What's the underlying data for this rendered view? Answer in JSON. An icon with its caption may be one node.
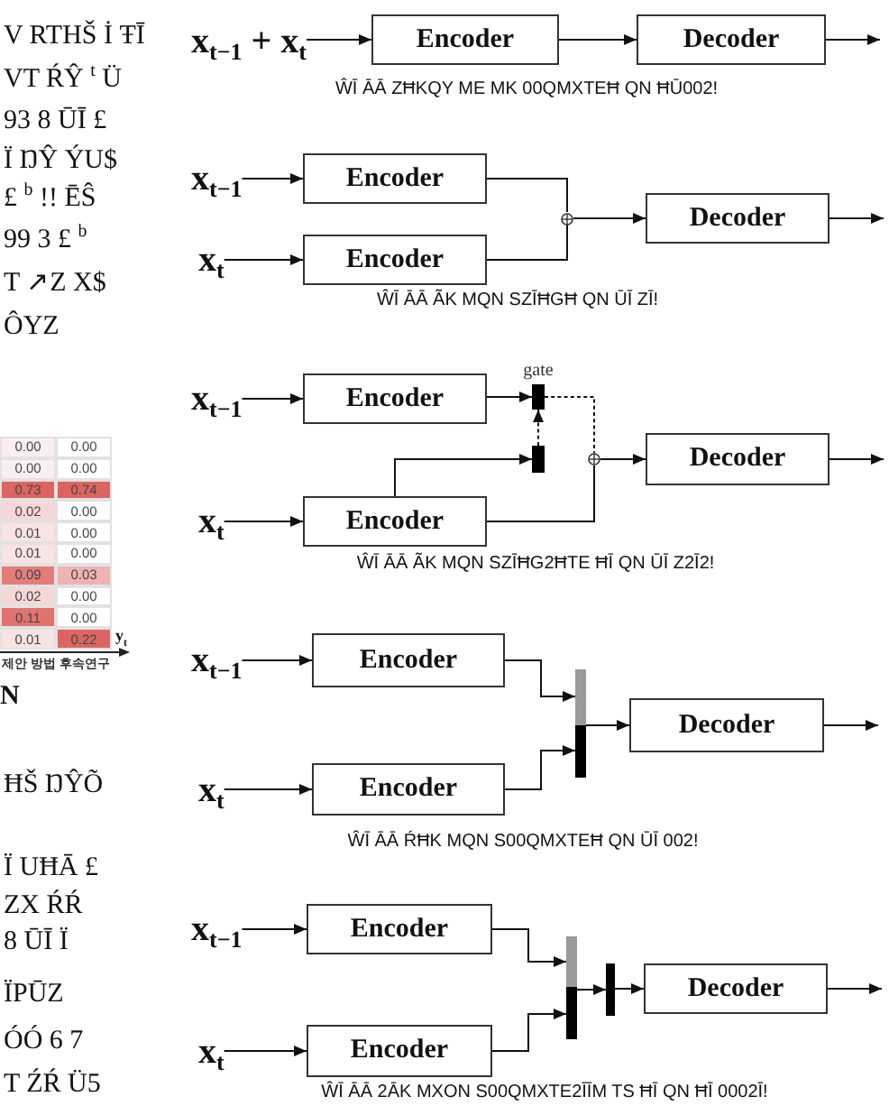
{
  "diagram": {
    "nodes": [
      {
        "text": [
          "x$_{t−1}$ + x$_{t}$"
        ]
      },
      {
        "text": [
          "Encoder"
        ]
      },
      {
        "text": [
          "Decoder"
        ]
      },
      {
        "text": [
          "x$_{t−1}$"
        ]
      },
      {
        "text": [
          "Encoder"
        ]
      },
      {
        "text": [
          "x$_{t}$"
        ]
      },
      {
        "text": [
          "Encoder"
        ]
      },
      {
        "text": [],
        "shape": "circle"
      },
      {
        "text": [
          "Decoder"
        ]
      },
      {
        "text": [
          "x$_{t−1}$"
        ]
      },
      {
        "text": [
          "Encoder"
        ]
      },
      {
        "text": [
          "x$_{t}$"
        ]
      },
      {
        "text": [
          "Encoder"
        ]
      },
      {
        "text": [],
        "shape": "bar",
        "beside": [
          "gate"
        ]
      },
      {
        "text": [],
        "shape": "bar"
      },
      {
        "text": [],
        "shape": "circle"
      },
      {
        "text": [
          "Decoder"
        ]
      },
      {
        "text": [
          "x$_{t−1}$"
        ]
      },
      {
        "text": [
          "Encoder"
        ]
      },
      {
        "text": [
          "x$_{t}$"
        ]
      },
      {
        "text": [
          "Encoder"
        ]
      },
      {
        "text": [],
        "shape": "bar"
      },
      {
        "text": [
          "Decoder"
        ]
      },
      {
        "text": [
          "x$_{t−1}$"
        ]
      },
      {
        "text": [
          "Encoder"
        ]
      },
      {
        "text": [
          "x$_{t}$"
        ]
      },
      {
        "text": [
          "Encoder"
        ]
      },
      {
        "text": [],
        "shape": "bar"
      },
      {
        "text": [],
        "shape": "bar"
      },
      {
        "text": [
          "Decoder"
        ]
      }
    ],
    "edges": [
      {
        "from": 0,
        "to": 1,
        "arrow": "to"
      },
      {
        "from": 1,
        "to": 2,
        "arrow": "to"
      },
      {
        "from": 2,
        "to": null,
        "arrow": "to"
      },
      {
        "from": 3,
        "to": 4,
        "arrow": "to"
      },
      {
        "from": 5,
        "to": 6,
        "arrow": "to"
      },
      {
        "from": 4,
        "to": 7,
        "arrow": "none"
      },
      {
        "from": 6,
        "to": 7,
        "arrow": "none"
      },
      {
        "from": 7,
        "to": 8,
        "arrow": "to"
      },
      {
        "from": 8,
        "to": null,
        "arrow": "to"
      },
      {
        "from": 9,
        "to": 10,
        "arrow": "to"
      },
      {
        "from": 11,
        "to": 12,
        "arrow": "to"
      },
      {
        "from": 10,
        "to": 13,
        "arrow": "to"
      },
      {
        "from": 12,
        "to": 14,
        "arrow": "to"
      },
      {
        "from": 14,
        "to": 13,
        "arrow": "to",
        "style": "dashed"
      },
      {
        "from": 13,
        "to": 15,
        "arrow": "none",
        "style": "dashed"
      },
      {
        "from": 12,
        "to": 15,
        "arrow": "none"
      },
      {
        "from": 15,
        "to": 16,
        "arrow": "to"
      },
      {
        "from": 16,
        "to": null,
        "arrow": "to"
      },
      {
        "from": 17,
        "to": 18,
        "arrow": "to"
      },
      {
        "from": 19,
        "to": 20,
        "arrow": "to"
      },
      {
        "from": 18,
        "to": 21,
        "arrow": "to"
      },
      {
        "from": 20,
        "to": 21,
        "arrow": "to"
      },
      {
        "from": 21,
        "to": 22,
        "arrow": "to"
      },
      {
        "from": 22,
        "to": null,
        "arrow": "to"
      },
      {
        "from": 23,
        "to": 24,
        "arrow": "to"
      },
      {
        "from": 25,
        "to": 26,
        "arrow": "to"
      },
      {
        "from": 24,
        "to": 27,
        "arrow": "to"
      },
      {
        "from": 26,
        "to": 27,
        "arrow": "to"
      },
      {
        "from": 27,
        "to": 28,
        "arrow": "to"
      },
      {
        "from": 28,
        "to": 29,
        "arrow": "to"
      },
      {
        "from": 29,
        "to": null,
        "arrow": "to"
      }
    ],
    "labels": [
      "V RTHŠ İ ŦĪ",
      "VT ŔŶ $^{t}$ Ü",
      "93 8 ŪĪ £",
      "Ï ŊŶ ÝU$",
      "£ $^{b}$ !! ĒŜ",
      "99 3 £ $^{b}$",
      "T ↗Z X$",
      "ÔYZ",
      "0.00",
      "0.00",
      "0.00",
      "0.00",
      "0.73",
      "0.74",
      "0.02",
      "0.00",
      "0.01",
      "0.00",
      "0.01",
      "0.00",
      "0.09",
      "0.03",
      "0.02",
      "0.00",
      "0.11",
      "0.00",
      "0.01",
      "0.22",
      "y$_{t}$",
      "제안 방법",
      "후속연구",
      "N",
      "ĦŠ ŊŶÕ",
      "Ï UĦĀ £",
      "ZX ŔŔ",
      "8 ŪĪ Ï",
      "ÏPŪZ",
      "ÓÓ 6 7",
      "T ŹŔ Ü5",
      "ŴĪ ĀĀ ZĦKQY ME MK 00QMXTEĦ QN ĦŪ002!",
      "ŴĪ ĀĀ ÃK MQN SZĪĦGĦ QN ŪĪ ZĪ!",
      "ŴĪ ĀĀ ÃK MQN SZĪĦG2ĦTE ĦĪ QN ŪĪ Z2Ī2!",
      "ŴĪ ĀĀ ŔĦK MQN S00QMXTEĦ QN ŪĪ 002!",
      "ŴĪ ĀĀ 2ĀK MXON S00QMXTE2ĪĪM TS ĦĪ QN ĦĪ 0002Ī!"
    ]
  }
}
